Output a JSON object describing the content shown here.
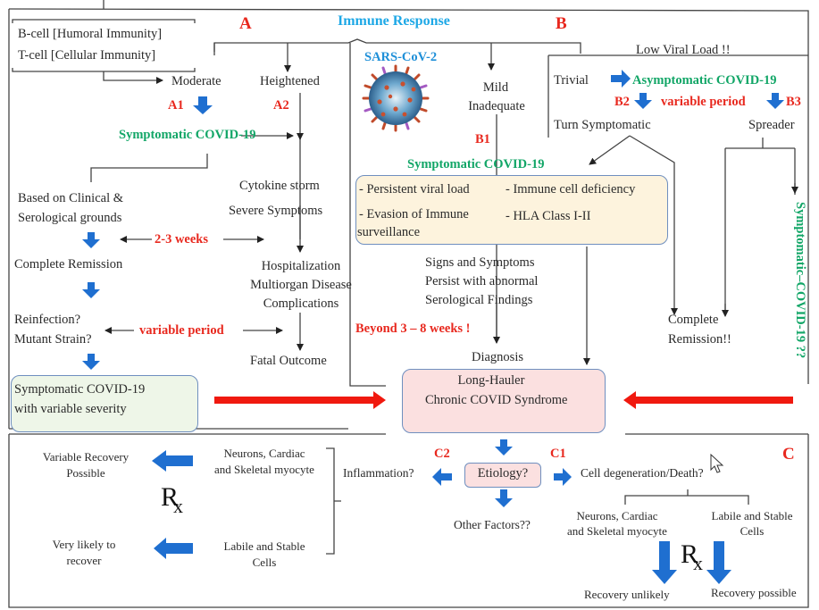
{
  "title": "Immune Response",
  "sections": {
    "A": "A",
    "B": "B",
    "C": "C"
  },
  "virus": {
    "label": "SARS-CoV-2",
    "icon": "virus-icon"
  },
  "colors": {
    "red": "#e8281e",
    "green": "#12a667",
    "cyan": "#1ea8e6",
    "arrow_blue": "#1f6fd0",
    "peach_box": "#fdf3dd",
    "pink_box": "#fbe0e0",
    "mint_box": "#eef6e8",
    "box_border": "#6f8fbf"
  },
  "immunity": {
    "line1": "B-cell [Humoral Immunity]",
    "line2": "T-cell [Cellular  Immunity]"
  },
  "panelA": {
    "moderate": "Moderate",
    "heightened": "Heightened",
    "a1": "A1",
    "a2": "A2",
    "symptomatic": "Symptomatic COVID-19",
    "cytokine": "Cytokine storm",
    "severe": "Severe Symptoms",
    "clinical1": "Based on Clinical  &",
    "clinical2": "Serological grounds",
    "weeks": "2-3 weeks",
    "remission": "Complete Remission",
    "hosp1": "Hospitalization",
    "hosp2": "Multiorgan Disease",
    "hosp3": "Complications",
    "reinfection1": "Reinfection?",
    "reinfection2": "Mutant Strain?",
    "variable": "variable period",
    "fatal": "Fatal Outcome",
    "severity1": "Symptomatic COVID-19",
    "severity2": " with variable severity"
  },
  "panelB": {
    "mild1": "Mild",
    "mild2": "Inadequate",
    "b1": "B1",
    "low_viral": "Low Viral Load !!",
    "trivial": "Trivial",
    "asymptomatic": "Asymptomatic COVID-19",
    "b2": "B2",
    "variable": "variable period",
    "b3": "B3",
    "turn": "Turn Symptomatic",
    "spreader": "Spreader",
    "symptomatic": "Symptomatic COVID-19",
    "factors": [
      "- Persistent viral  load",
      "- Immune  cell deficiency",
      "- Evasion  of Immune",
      "surveillance",
      "- HLA Class I-II"
    ],
    "signs1": "Signs and Symptoms",
    "signs2": "Persist with  abnormal",
    "signs3": "Serological  Findings",
    "beyond": "Beyond 3 – 8 weeks !",
    "diagnosis": "Diagnosis",
    "remission1": "Complete",
    "remission2": "Remission!!",
    "vertical": "Symptomatic–COVID-19 ??"
  },
  "longhauler": {
    "line1": "Long-Hauler",
    "line2": "Chronic COVID Syndrome"
  },
  "panelC": {
    "etiology": "Etiology?",
    "c1": "C1",
    "c2": "C2",
    "inflammation": "Inflammation?",
    "other": "Other Factors??",
    "cell_death": "Cell degeneration/Death?",
    "neurons1": "Neurons, Cardiac",
    "neurons2": "and Skeletal  myocyte",
    "labile1": "Labile  and Stable",
    "labile2": "Cells",
    "var_recovery1": "Variable  Recovery",
    "var_recovery2": "Possible",
    "likely1": "Very likely  to",
    "likely2": "recover",
    "rx": "R",
    "rx_sub": "x",
    "unlikely": "Recovery  unlikely",
    "possible": "Recovery  possible"
  }
}
